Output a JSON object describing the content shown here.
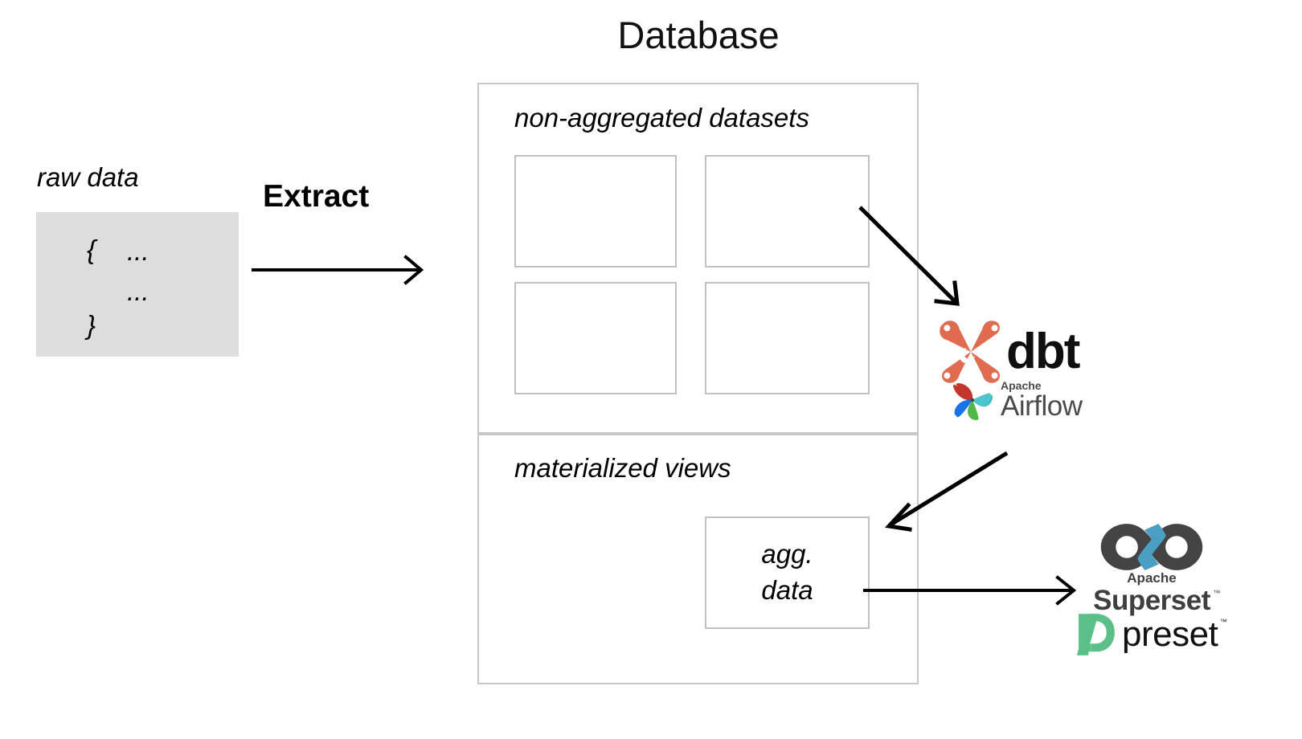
{
  "diagram": {
    "title": "Database",
    "source": {
      "label": "raw data",
      "code_lines": [
        "{",
        "...",
        "...",
        "}"
      ],
      "box_color": "#dddddd"
    },
    "extract": {
      "label": "Extract",
      "arrow": "horizontal-arrow-right"
    },
    "database": {
      "sections": [
        {
          "label": "non-aggregated datasets",
          "boxes": [
            "",
            "",
            "",
            ""
          ]
        },
        {
          "label": "materialized views",
          "agg_box": {
            "line1": "agg.",
            "line2": "data"
          }
        }
      ]
    },
    "tools": {
      "dbt": {
        "name": "dbt",
        "icon": "dbt-logo-icon",
        "color": "#E06B50"
      },
      "airflow": {
        "prefix": "Apache",
        "name": "Airflow",
        "icon": "airflow-pinwheel-icon",
        "text_color": "#4a4a4a",
        "blade_colors": [
          "#C4352B",
          "#40BFC1",
          "#1A73E8",
          "#51B848"
        ]
      },
      "superset": {
        "prefix": "Apache",
        "name": "Superset",
        "trademark": "™",
        "icon": "superset-infinity-icon",
        "color": "#444444",
        "accent": "#4C9FC4"
      },
      "preset": {
        "name": "preset",
        "trademark": "™",
        "icon": "preset-p-icon",
        "color": "#5AC088"
      }
    },
    "arrows": [
      {
        "name": "arrow-raw-to-database",
        "type": "straight-right"
      },
      {
        "name": "arrow-datasets-to-dbt",
        "type": "diagonal-down-right"
      },
      {
        "name": "arrow-dbt-to-materialized-views",
        "type": "diagonal-down-left"
      },
      {
        "name": "arrow-agg-data-to-superset",
        "type": "straight-right"
      }
    ],
    "colors": {
      "border": "#c8c8c8",
      "inner_border": "#c0c0c0",
      "arrow": "#000000",
      "text": "#000000"
    }
  }
}
